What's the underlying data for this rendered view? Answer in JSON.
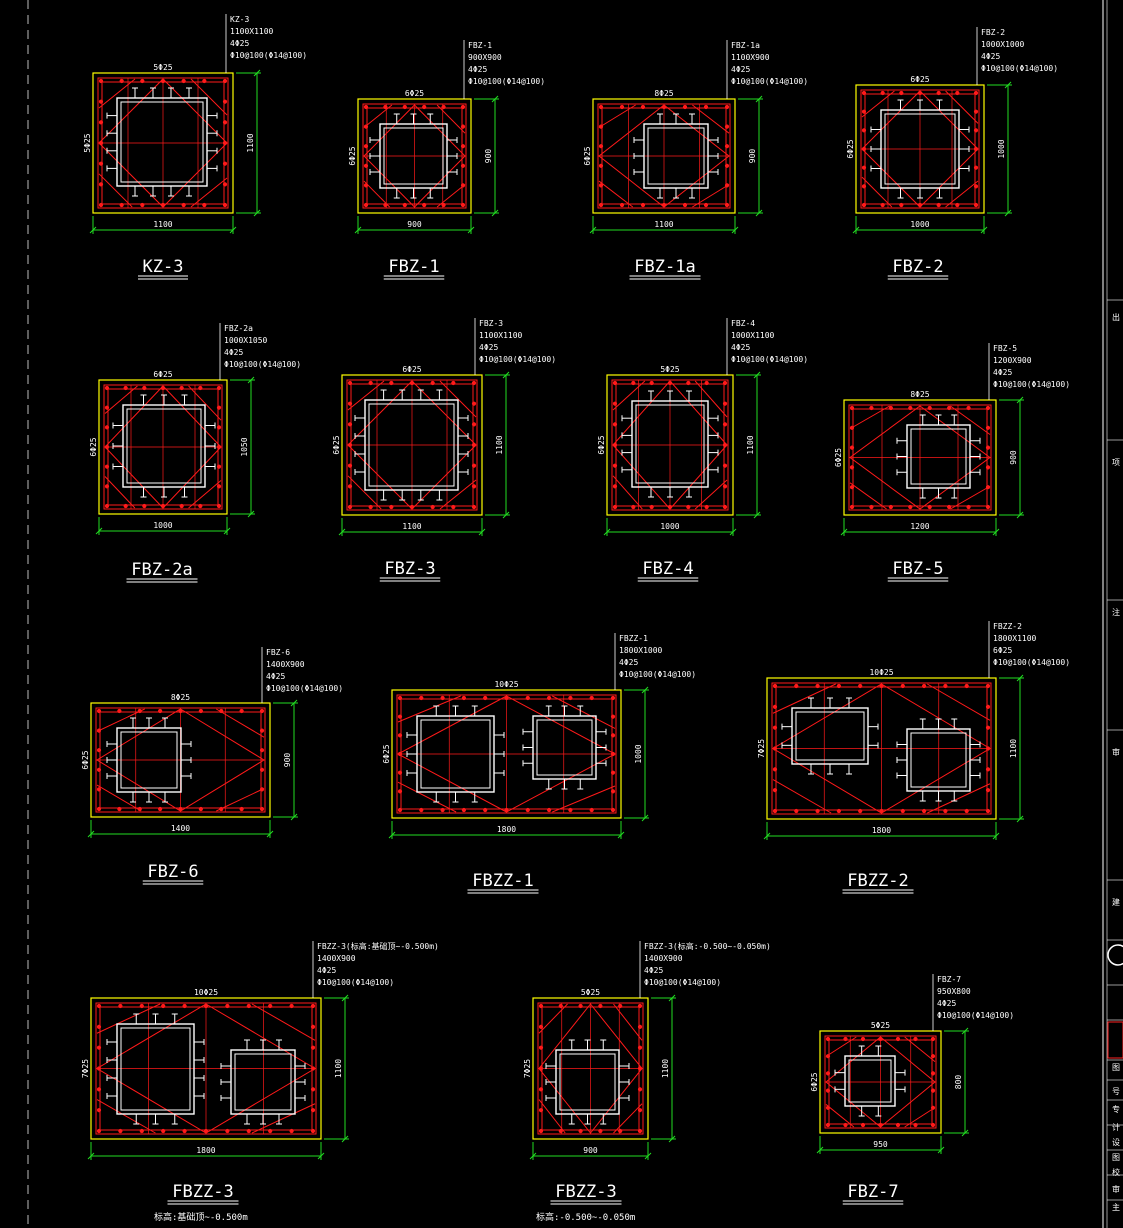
{
  "colors": {
    "background": "#000000",
    "outline": "#ffff00",
    "rebar": "#ff1a1a",
    "steel": "#ffffff",
    "dimension": "#22dd22",
    "label": "#ffffff"
  },
  "sections": [
    {
      "id": "kz3",
      "title": "KZ-3",
      "spec": [
        "KZ-3",
        "1100X1100",
        "4Φ25",
        "Φ10@100(Φ14@100)"
      ],
      "top_bars": "5Φ25",
      "side_bars": "5Φ25",
      "width_dim": "1100",
      "height_dim": "1100"
    },
    {
      "id": "fbz1",
      "title": "FBZ-1",
      "spec": [
        "FBZ-1",
        "900X900",
        "4Φ25",
        "Φ10@100(Φ14@100)"
      ],
      "top_bars": "6Φ25",
      "side_bars": "6Φ25",
      "width_dim": "900",
      "height_dim": "900"
    },
    {
      "id": "fbz1a",
      "title": "FBZ-1a",
      "spec": [
        "FBZ-1a",
        "1100X900",
        "4Φ25",
        "Φ10@100(Φ14@100)"
      ],
      "top_bars": "8Φ25",
      "side_bars": "6Φ25",
      "width_dim": "1100",
      "height_dim": "900"
    },
    {
      "id": "fbz2",
      "title": "FBZ-2",
      "spec": [
        "FBZ-2",
        "1000X1000",
        "4Φ25",
        "Φ10@100(Φ14@100)"
      ],
      "top_bars": "6Φ25",
      "side_bars": "6Φ25",
      "width_dim": "1000",
      "height_dim": "1000"
    },
    {
      "id": "fbz2a",
      "title": "FBZ-2a",
      "spec": [
        "FBZ-2a",
        "1000X1050",
        "4Φ25",
        "Φ10@100(Φ14@100)"
      ],
      "top_bars": "6Φ25",
      "side_bars": "6Φ25",
      "width_dim": "1000",
      "height_dim": "1050"
    },
    {
      "id": "fbz3",
      "title": "FBZ-3",
      "spec": [
        "FBZ-3",
        "1100X1100",
        "4Φ25",
        "Φ10@100(Φ14@100)"
      ],
      "top_bars": "6Φ25",
      "side_bars": "6Φ25",
      "width_dim": "1100",
      "height_dim": "1100"
    },
    {
      "id": "fbz4",
      "title": "FBZ-4",
      "spec": [
        "FBZ-4",
        "1000X1100",
        "4Φ25",
        "Φ10@100(Φ14@100)"
      ],
      "top_bars": "5Φ25",
      "side_bars": "6Φ25",
      "width_dim": "1000",
      "height_dim": "1100"
    },
    {
      "id": "fbz5",
      "title": "FBZ-5",
      "spec": [
        "FBZ-5",
        "1200X900",
        "4Φ25",
        "Φ10@100(Φ14@100)"
      ],
      "top_bars": "8Φ25",
      "side_bars": "6Φ25",
      "width_dim": "1200",
      "height_dim": "900"
    },
    {
      "id": "fbz6",
      "title": "FBZ-6",
      "spec": [
        "FBZ-6",
        "1400X900",
        "4Φ25",
        "Φ10@100(Φ14@100)"
      ],
      "top_bars": "8Φ25",
      "side_bars": "6Φ25",
      "width_dim": "1400",
      "height_dim": "900"
    },
    {
      "id": "fbzz1",
      "title": "FBZZ-1",
      "spec": [
        "FBZZ-1",
        "1800X1000",
        "4Φ25",
        "Φ10@100(Φ14@100)"
      ],
      "top_bars": "10Φ25",
      "side_bars": "6Φ25",
      "width_dim": "1800",
      "height_dim": "1000"
    },
    {
      "id": "fbzz2",
      "title": "FBZZ-2",
      "spec": [
        "FBZZ-2",
        "1800X1100",
        "6Φ25",
        "Φ10@100(Φ14@100)"
      ],
      "top_bars": "10Φ25",
      "side_bars": "7Φ25",
      "width_dim": "1800",
      "height_dim": "1100"
    },
    {
      "id": "fbzz3a",
      "title": "FBZZ-3",
      "note": "标高:基础顶~-0.500m",
      "spec": [
        "FBZZ-3(标高:基础顶~-0.500m)",
        "1400X900",
        "4Φ25",
        "Φ10@100(Φ14@100)"
      ],
      "top_bars": "10Φ25",
      "side_bars": "7Φ25",
      "width_dim": "1800",
      "height_dim": "1100"
    },
    {
      "id": "fbzz3b",
      "title": "FBZZ-3",
      "note": "标高:-0.500~-0.050m",
      "spec": [
        "FBZZ-3(标高:-0.500~-0.050m)",
        "1400X900",
        "4Φ25",
        "Φ10@100(Φ14@100)"
      ],
      "top_bars": "5Φ25",
      "side_bars": "7Φ25",
      "width_dim": "900",
      "height_dim": "1100"
    },
    {
      "id": "fbz7",
      "title": "FBZ-7",
      "spec": [
        "FBZ-7",
        "950X800",
        "4Φ25",
        "Φ10@100(Φ14@100)"
      ],
      "top_bars": "5Φ25",
      "side_bars": "6Φ25",
      "width_dim": "950",
      "height_dim": "800"
    }
  ],
  "title_block": {
    "chars": [
      "出",
      "项",
      "注",
      "审",
      "建",
      "图",
      "号",
      "专",
      "计",
      "设",
      "图",
      "校",
      "审",
      "主"
    ]
  }
}
